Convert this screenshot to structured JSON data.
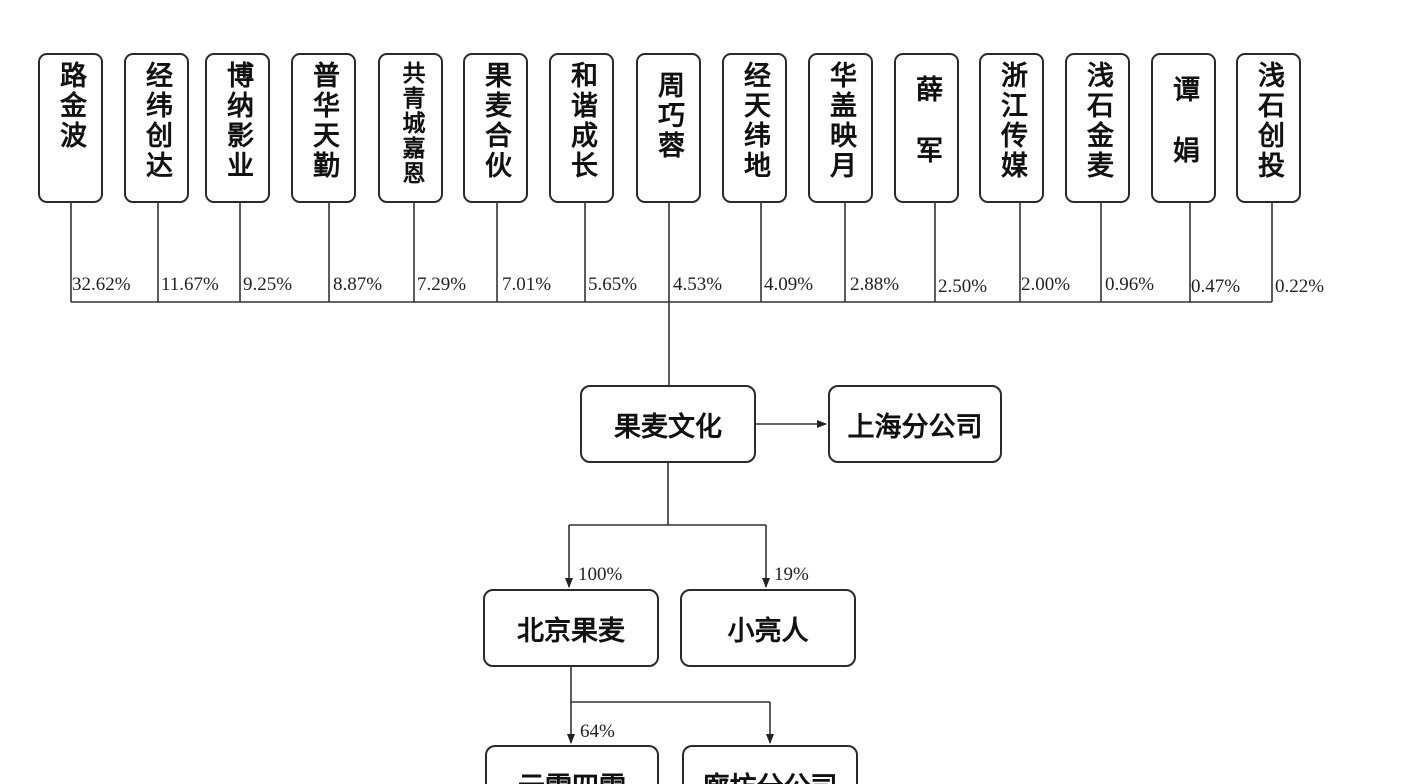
{
  "shareholders": [
    {
      "name": "路金波",
      "percent": "32.62%"
    },
    {
      "name": "经纬创达",
      "percent": "11.67%"
    },
    {
      "name": "博纳影业",
      "percent": "9.25%"
    },
    {
      "name": "普华天勤",
      "percent": "8.87%"
    },
    {
      "name": "共青城嘉恩",
      "percent": "7.29%"
    },
    {
      "name": "果麦合伙",
      "percent": "7.01%"
    },
    {
      "name": "和谐成长",
      "percent": "5.65%"
    },
    {
      "name": "周巧蓉",
      "percent": "4.53%"
    },
    {
      "name": "经天纬地",
      "percent": "4.09%"
    },
    {
      "name": "华盖映月",
      "percent": "2.88%"
    },
    {
      "name": "薛军",
      "percent": "2.50%"
    },
    {
      "name": "浙江传媒",
      "percent": "2.00%"
    },
    {
      "name": "浅石金麦",
      "percent": "0.96%"
    },
    {
      "name": "谭娟",
      "percent": "0.47%"
    },
    {
      "name": "浅石创投",
      "percent": "0.22%"
    }
  ],
  "company": {
    "name": "果麦文化",
    "branch": "上海分公司"
  },
  "subsidiaries": [
    {
      "name": "北京果麦",
      "percent": "100%"
    },
    {
      "name": "小亮人",
      "percent": "19%"
    }
  ],
  "level3": [
    {
      "name": "云雷四雷",
      "percent": "64%"
    },
    {
      "name": "廊坊分公司",
      "percent": ""
    }
  ]
}
